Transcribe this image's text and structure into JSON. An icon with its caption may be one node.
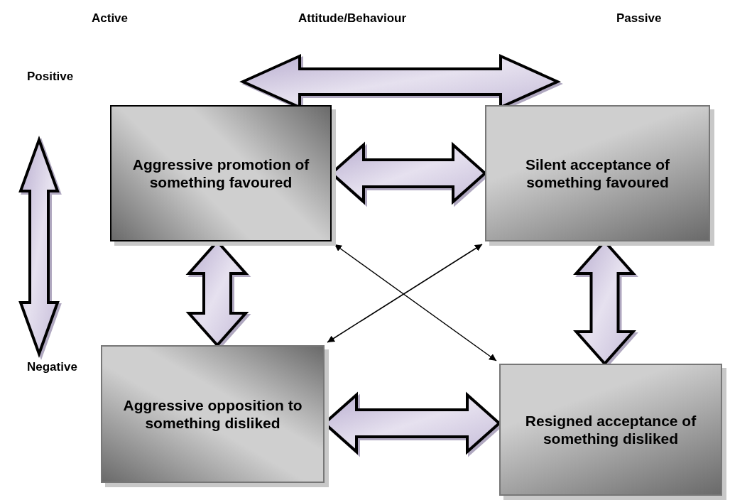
{
  "diagram": {
    "nodes": [
      {
        "text": [
          "Aggressive promotion of something favoured"
        ]
      },
      {
        "text": [
          "Silent acceptance of something favoured"
        ]
      },
      {
        "text": [
          "Aggressive opposition to something disliked"
        ]
      },
      {
        "text": [
          "Resigned acceptance of something disliked"
        ]
      }
    ],
    "edges": [
      {
        "from": 0,
        "to": 1,
        "arrow": "both",
        "style": "thick"
      },
      {
        "from": 0,
        "to": 2,
        "arrow": "both",
        "style": "thick"
      },
      {
        "from": 1,
        "to": 3,
        "arrow": "both",
        "style": "thick"
      },
      {
        "from": 2,
        "to": 3,
        "arrow": "both",
        "style": "thick"
      },
      {
        "from": 0,
        "to": 3,
        "arrow": "both"
      },
      {
        "from": 1,
        "to": 2,
        "arrow": "both"
      }
    ],
    "labels": [
      "Active",
      "Attitude/Behaviour",
      "Passive",
      "Positive",
      "Negative"
    ]
  }
}
